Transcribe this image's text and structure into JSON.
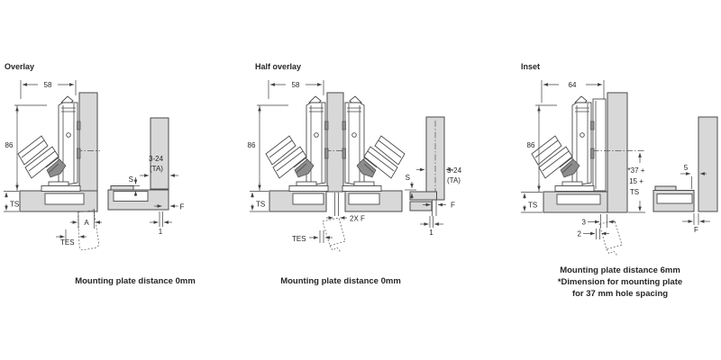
{
  "colors": {
    "background": "#ffffff",
    "panel_fill": "#d8d8d8",
    "outline": "#4a4a4a",
    "dimension_line": "#3f3f3f",
    "text": "#262626"
  },
  "panels": [
    {
      "title": "Overlay",
      "caption": [
        "Mounting plate distance 0mm"
      ],
      "labels": {
        "width": "58",
        "height": "86",
        "ts": "TS",
        "s": "S",
        "thickness": "3-24",
        "ta": "(TA)",
        "f": "F",
        "one": "1",
        "a": "A",
        "tes": "TES"
      }
    },
    {
      "title": "Half overlay",
      "caption": [
        "Mounting plate distance 0mm"
      ],
      "labels": {
        "width": "58",
        "height": "86",
        "ts": "TS",
        "s": "S",
        "thickness": "3-24",
        "ta": "(TA)",
        "f": "F",
        "one": "1",
        "tes": "TES",
        "twof": "2X F"
      }
    },
    {
      "title": "Inset",
      "caption": [
        "Mounting plate distance 6mm",
        "*Dimension for mounting plate",
        "for 37 mm hole spacing"
      ],
      "labels": {
        "width": "64",
        "height": "86",
        "ts": "TS",
        "three": "3",
        "two": "2",
        "five": "5",
        "f": "F",
        "d37": "*37 +",
        "d15": "15 +",
        "dts": "TS"
      }
    }
  ]
}
